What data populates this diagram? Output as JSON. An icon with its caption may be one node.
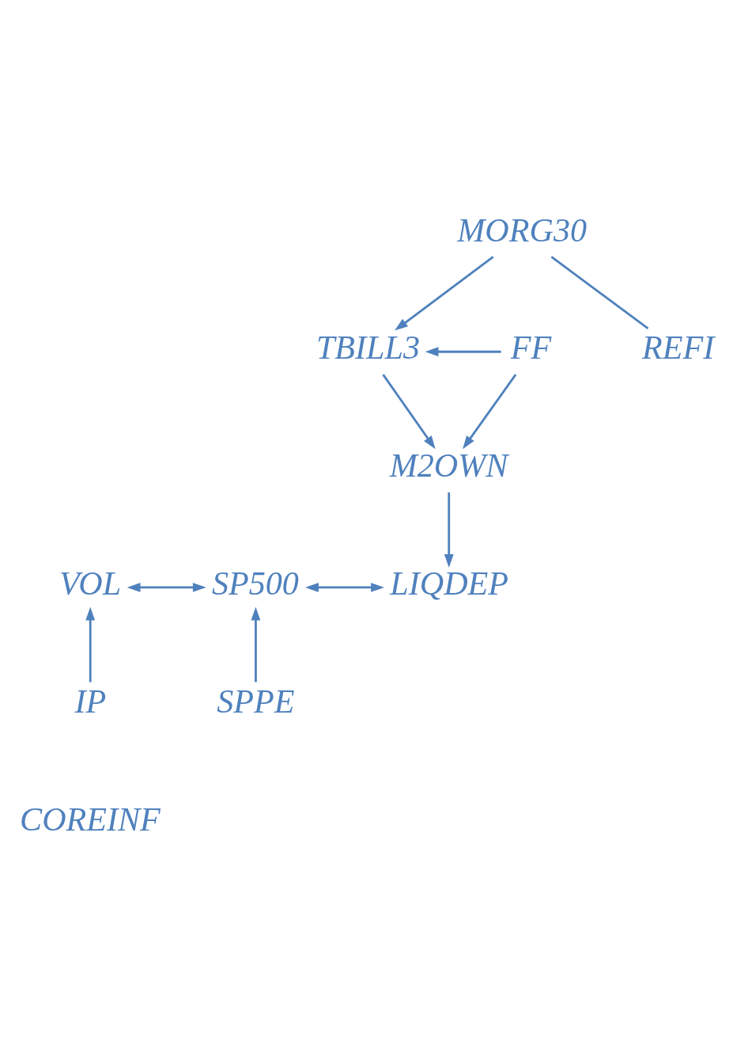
{
  "diagram": {
    "nodes": [
      {
        "text": [
          "MORG30"
        ]
      },
      {
        "text": [
          "FF"
        ]
      },
      {
        "text": [
          "TBILL3"
        ]
      },
      {
        "text": [
          "REFI"
        ]
      },
      {
        "text": [
          "M2OWN"
        ]
      },
      {
        "text": [
          "VOL"
        ]
      },
      {
        "text": [
          "SP500"
        ]
      },
      {
        "text": [
          "LIQDEP"
        ]
      },
      {
        "text": [
          "IP"
        ]
      },
      {
        "text": [
          "SPPE"
        ]
      },
      {
        "text": [
          "COREINF"
        ]
      }
    ],
    "edges": [
      {
        "from": 0,
        "to": 2,
        "arrow": "to"
      },
      {
        "from": 0,
        "to": 3,
        "arrow": "none"
      },
      {
        "from": 1,
        "to": 2,
        "arrow": "to"
      },
      {
        "from": 1,
        "to": 4,
        "arrow": "to"
      },
      {
        "from": 2,
        "to": 4,
        "arrow": "to"
      },
      {
        "from": 4,
        "to": 7,
        "arrow": "to"
      },
      {
        "from": 5,
        "to": 6,
        "arrow": "both"
      },
      {
        "from": 6,
        "to": 7,
        "arrow": "both"
      },
      {
        "from": 8,
        "to": 5,
        "arrow": "to"
      },
      {
        "from": 9,
        "to": 6,
        "arrow": "to"
      }
    ]
  }
}
